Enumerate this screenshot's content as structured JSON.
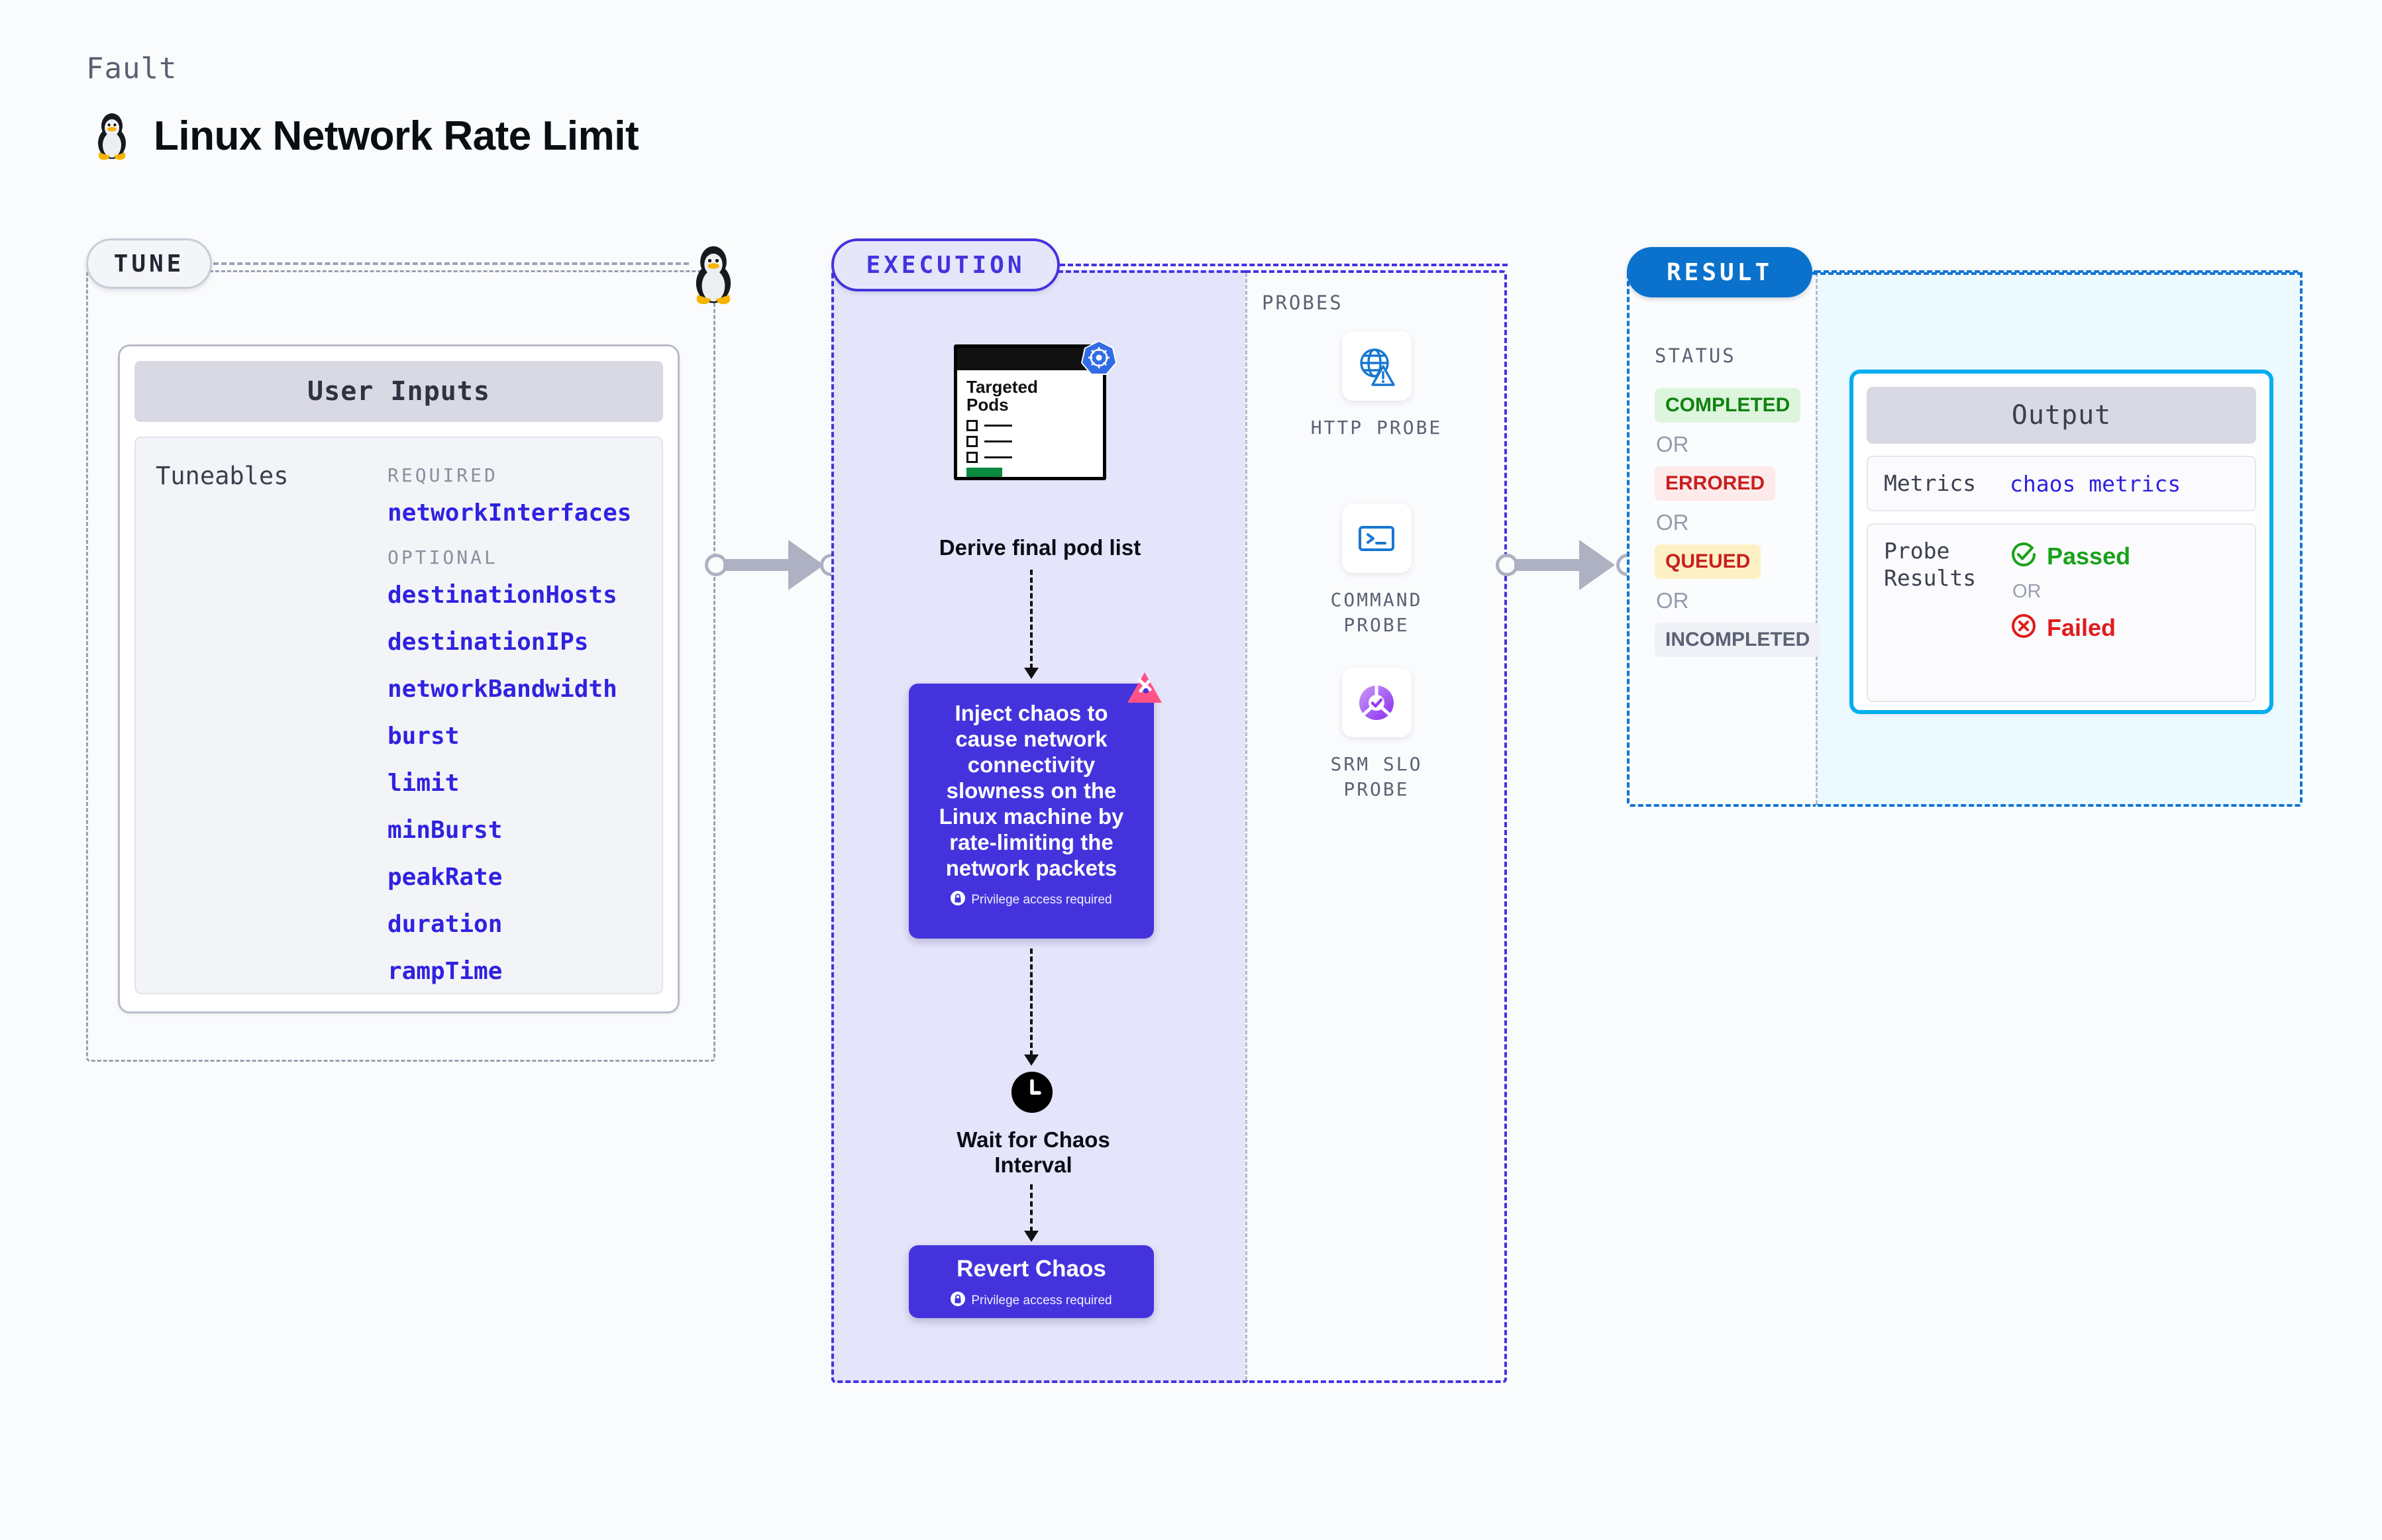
{
  "header": {
    "kicker": "Fault",
    "title": "Linux Network Rate Limit",
    "icon": "linux-tux-penguin-icon"
  },
  "tune": {
    "pill_label": "TUNE",
    "badge_icon": "linux-tux-penguin-icon",
    "card_title": "User Inputs",
    "tuneables_label": "Tuneables",
    "groups": [
      {
        "label": "REQUIRED",
        "items": [
          "networkInterfaces"
        ]
      },
      {
        "label": "OPTIONAL",
        "items": [
          "destinationHosts",
          "destinationIPs",
          "networkBandwidth",
          "burst",
          "limit",
          "minBurst",
          "peakRate",
          "duration",
          "rampTime"
        ]
      }
    ]
  },
  "execution": {
    "pill_label": "EXECUTION",
    "pods_card": {
      "title_line1": "Targeted",
      "title_line2": "Pods",
      "badge_icon": "kubernetes-icon"
    },
    "derive_caption": "Derive final pod list",
    "chaos": {
      "text": "Inject chaos to cause network connectivity slowness on the Linux machine by rate-limiting the network packets",
      "privilege_note": "Privilege access required",
      "badge_icon": "litmus-chaos-icon"
    },
    "wait": {
      "icon": "clock-icon",
      "caption_line1": "Wait for Chaos",
      "caption_line2": "Interval"
    },
    "revert": {
      "title": "Revert Chaos",
      "privilege_note": "Privilege access required"
    }
  },
  "probes": {
    "section_label": "PROBES",
    "items": [
      {
        "label_line1": "HTTP  PROBE",
        "label_line2": "",
        "icon": "globe-warning-icon"
      },
      {
        "label_line1": "COMMAND",
        "label_line2": "PROBE",
        "icon": "terminal-icon"
      },
      {
        "label_line1": "SRM  SLO",
        "label_line2": "PROBE",
        "icon": "srm-slo-donut-check-icon"
      }
    ]
  },
  "result": {
    "pill_label": "RESULT",
    "status_label": "STATUS",
    "or_label": "OR",
    "statuses": [
      "COMPLETED",
      "ERRORED",
      "QUEUED",
      "INCOMPLETED"
    ],
    "output": {
      "header": "Output",
      "metrics_key": "Metrics",
      "metrics_value": "chaos metrics",
      "probe_results_key_line1": "Probe",
      "probe_results_key_line2": "Results",
      "passed_label": "Passed",
      "failed_label": "Failed",
      "or_label": "OR",
      "passed_icon": "check-circle-icon",
      "failed_icon": "x-circle-icon"
    }
  },
  "colors": {
    "accent_purple": "#4433dd",
    "accent_blue": "#0a72cc",
    "accent_cyan": "#00aeef",
    "tune_border": "#9aa0b0",
    "connector_grey": "#adb1c2",
    "status_completed": "#10820f",
    "status_errored": "#c82020",
    "status_queued": "#c82020",
    "status_incompleted": "#5c6274",
    "passed_green": "#1aa11a",
    "failed_red": "#e21b1b"
  }
}
